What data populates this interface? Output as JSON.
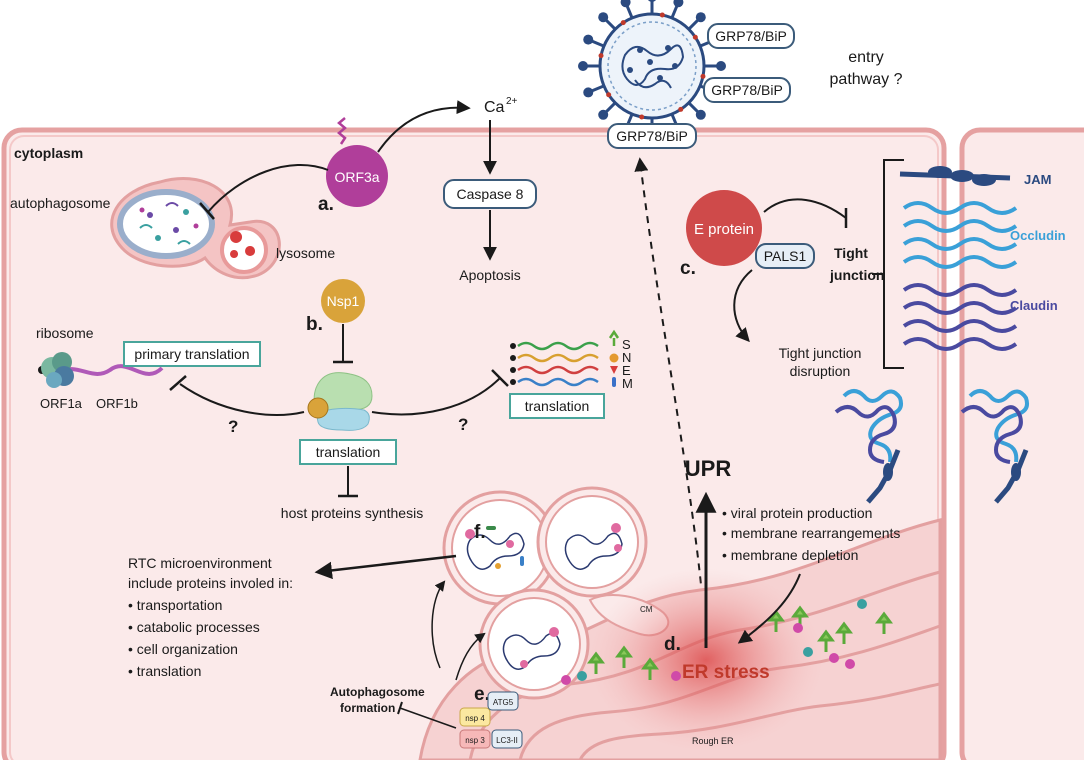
{
  "labels": {
    "cytoplasm": "cytoplasm",
    "autophagosome": "autophagosome",
    "lysosome": "lysosome",
    "orf3a": "ORF3a",
    "a": "a.",
    "ca": "Ca",
    "ca_sup": "2+",
    "caspase8": "Caspase 8",
    "apoptosis": "Apoptosis",
    "grp78_1": "GRP78/BiP",
    "grp78_2": "GRP78/BiP",
    "grp78_3": "GRP78/BiP",
    "entry_line1": "entry",
    "entry_line2": "pathway ?",
    "nsp1": "Nsp1",
    "b": "b.",
    "ribosome": "ribosome",
    "primary_translation": "primary translation",
    "orf1a": "ORF1a",
    "orf1b": "ORF1b",
    "q_left": "?",
    "q_right": "?",
    "translation_center": "translation",
    "translation_right": "translation",
    "host_proteins": "host proteins synthesis",
    "s": "S",
    "n": "N",
    "e_letter": "E",
    "m": "M",
    "e_protein": "E protein",
    "pals1": "PALS1",
    "c": "c.",
    "tight_junction_1": "Tight",
    "tight_junction_2": "junction",
    "tj_disruption_1": "Tight junction",
    "tj_disruption_2": "disruption",
    "jam": "JAM",
    "occludin": "Occludin",
    "claudin": "Claudin",
    "upr": "UPR",
    "er_bullets": [
      "• viral protein production",
      "• membrane rearrangements",
      "• membrane depletion"
    ],
    "rtc_line1": "RTC microenvironment",
    "rtc_line2": "include proteins involed in:",
    "rtc_bullets": [
      "• transportation",
      "• catabolic processes",
      "• cell organization",
      "• translation"
    ],
    "f": "f.",
    "cm": "CM",
    "d": "d.",
    "er_stress": "ER stress",
    "e": "e.",
    "autophagosome_formation_1": "Autophagosome",
    "autophagosome_formation_2": "formation",
    "nsp4": "nsp 4",
    "atg5": "ATG5",
    "nsp3": "nsp 3",
    "lc3": "LC3-II",
    "rough_er": "Rough ER"
  },
  "colors": {
    "cell_fill": "#fbeaea",
    "membrane": "#e8a3a3",
    "orf3a": "#b03e9a",
    "nsp1": "#d9a33a",
    "e_protein": "#cf4a4a",
    "box_blue": "#3b5b7a",
    "teal_box": "#49a59b",
    "jam": "#2b4a80",
    "occludin": "#3aa0d8",
    "claudin": "#4a4aa0",
    "er_stress": "#c0392b"
  }
}
